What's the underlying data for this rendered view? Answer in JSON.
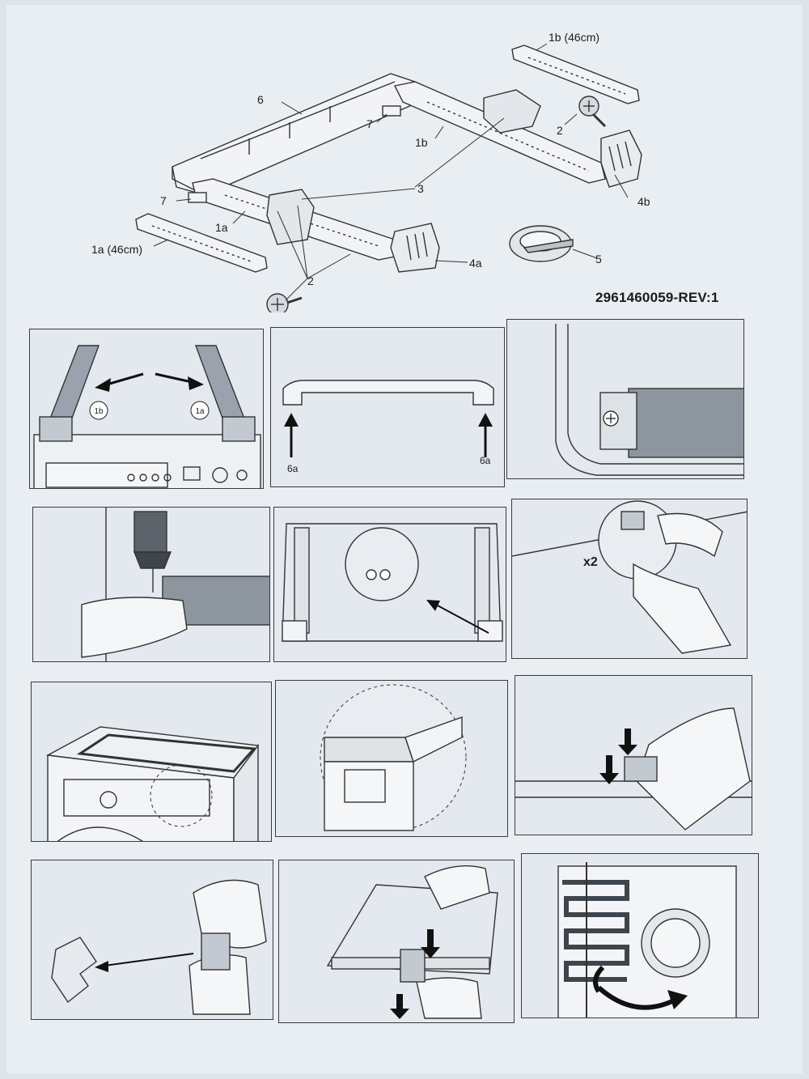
{
  "document": {
    "part_number": "2961460059-REV:1",
    "overview_labels": {
      "label_1b_46": "1b (46cm)",
      "label_6": "6",
      "label_7_top": "7",
      "label_1b": "1b",
      "label_2_top": "2",
      "label_3": "3",
      "label_4b": "4b",
      "label_7_left": "7",
      "label_1a": "1a",
      "label_1a_46": "1a (46cm)",
      "label_4a": "4a",
      "label_5": "5",
      "label_2_bottom": "2"
    },
    "steps": {
      "step1_left_badge": "1b",
      "step1_right_badge": "1a",
      "step2_left_label": "6a",
      "step2_right_label": "6a",
      "step6_multiplier": "x2"
    }
  }
}
